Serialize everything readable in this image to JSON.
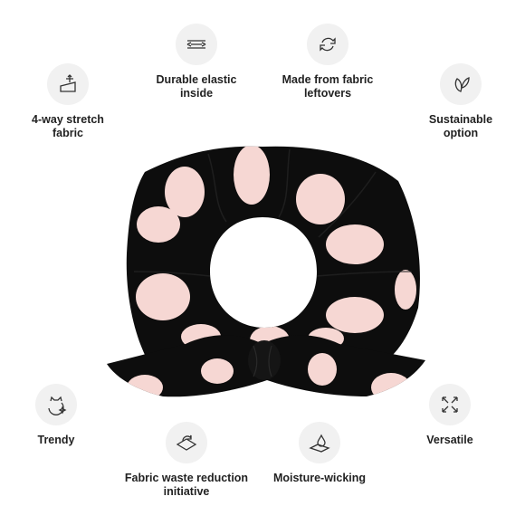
{
  "features": [
    {
      "id": "stretch",
      "icon": "stretch-arrows-icon",
      "lines": [
        "4-way stretch",
        "fabric"
      ]
    },
    {
      "id": "elastic",
      "icon": "elastic-band-icon",
      "lines": [
        "Durable elastic",
        "inside"
      ]
    },
    {
      "id": "leftovers",
      "icon": "recycle-icon",
      "lines": [
        "Made from fabric",
        "leftovers"
      ]
    },
    {
      "id": "sustainable",
      "icon": "leaf-icon",
      "lines": [
        "Sustainable",
        "option"
      ]
    },
    {
      "id": "trendy",
      "icon": "cat-sparkle-icon",
      "lines": [
        "Trendy"
      ]
    },
    {
      "id": "waste",
      "icon": "recycle-box-icon",
      "lines": [
        "Fabric waste reduction",
        "initiative"
      ]
    },
    {
      "id": "moisture",
      "icon": "water-drop-icon",
      "lines": [
        "Moisture-wicking"
      ]
    },
    {
      "id": "versatile",
      "icon": "expand-arrows-icon",
      "lines": [
        "Versatile"
      ]
    }
  ],
  "product": {
    "name": "polka-dot-scrunchie",
    "fabric_color": "#0d0d0d",
    "dot_color": "#f6d7d3"
  },
  "colors": {
    "icon_bg": "#f1f1f1",
    "text": "#222222",
    "icon_stroke": "#333333"
  }
}
